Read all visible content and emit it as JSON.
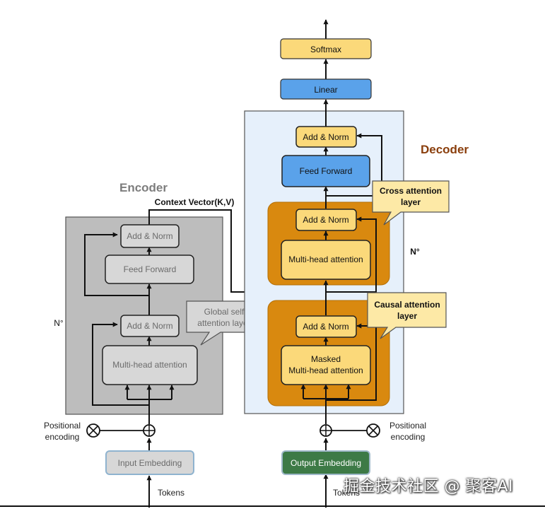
{
  "encoder": {
    "title": "Encoder",
    "context_vector": "Context Vector(K,V)",
    "n_label": "N°",
    "add_norm_top": "Add & Norm",
    "feed_forward": "Feed Forward",
    "add_norm_bottom": "Add & Norm",
    "multi_head": "Multi-head attention",
    "callout_line1": "Global self",
    "callout_line2": "attention layer",
    "input_embedding": "Input Embedding",
    "positional_line1": "Positional",
    "positional_line2": "encoding",
    "tokens": "Tokens"
  },
  "decoder": {
    "title": "Decoder",
    "softmax": "Softmax",
    "linear": "Linear",
    "add_norm_top": "Add & Norm",
    "feed_forward": "Feed Forward",
    "add_norm_cross": "Add & Norm",
    "multi_head": "Multi-head attention",
    "add_norm_masked": "Add & Norm",
    "masked_line1": "Masked",
    "masked_line2": "Multi-head attention",
    "n_label": "N°",
    "cross_line1": "Cross attention",
    "cross_line2": "layer",
    "causal_line1": "Causal attention",
    "causal_line2": "layer",
    "output_embedding": "Output Embedding",
    "positional_line1": "Positional",
    "positional_line2": "encoding",
    "tokens": "Tokens"
  },
  "watermark": "掘金技术社区 @ 聚客AI",
  "colors": {
    "encoder_panel": "#bdbdbd",
    "encoder_box": "#d7d7d7",
    "decoder_panel": "#e6f0fb",
    "orange_block": "#d9890f",
    "yellow_box": "#fbd97a",
    "blue_box": "#5aa2ea",
    "callout": "#fde9a6",
    "green_box": "#3d7a46",
    "decoder_title": "#8a3e0c",
    "encoder_title": "#7d7d7d"
  }
}
